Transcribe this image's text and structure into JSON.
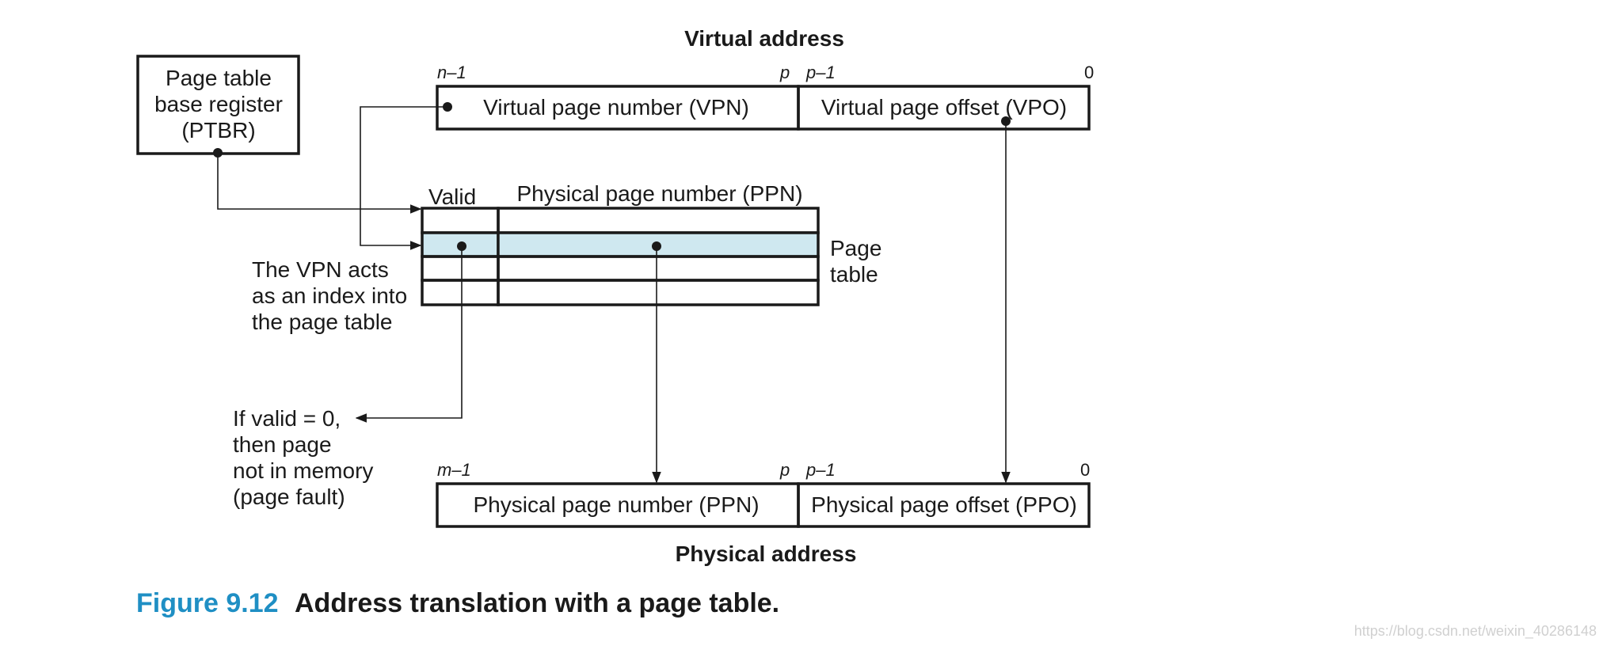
{
  "virtual_address": {
    "title": "Virtual address",
    "bit_high": "n–1",
    "bit_p": "p",
    "bit_p_minus_1": "p–1",
    "bit_zero": "0",
    "vpn_label": "Virtual page number (VPN)",
    "vpo_label": "Virtual page offset (VPO)"
  },
  "ptbr": {
    "line1": "Page table",
    "line2": "base register",
    "line3": "(PTBR)"
  },
  "page_table": {
    "valid_header": "Valid",
    "ppn_header": "Physical page number (PPN)",
    "label_line1": "Page",
    "label_line2": "table",
    "row_count": 4,
    "highlighted_row": 1,
    "highlight_color": "#cfe8f0"
  },
  "vpn_note": {
    "line1": "The VPN acts",
    "line2": "as an index into",
    "line3": "the page table"
  },
  "fault_note": {
    "line1": "If valid = 0,",
    "line2": "then page",
    "line3": "not in memory",
    "line4": "(page fault)"
  },
  "physical_address": {
    "title": "Physical address",
    "bit_high": "m–1",
    "bit_p": "p",
    "bit_p_minus_1": "p–1",
    "bit_zero": "0",
    "ppn_label": "Physical page number (PPN)",
    "ppo_label": "Physical page offset (PPO)"
  },
  "caption": {
    "number": "Figure 9.12",
    "text": "Address translation with a page table.",
    "number_color": "#1f8fc4"
  },
  "watermark": "https://blog.csdn.net/weixin_40286148"
}
